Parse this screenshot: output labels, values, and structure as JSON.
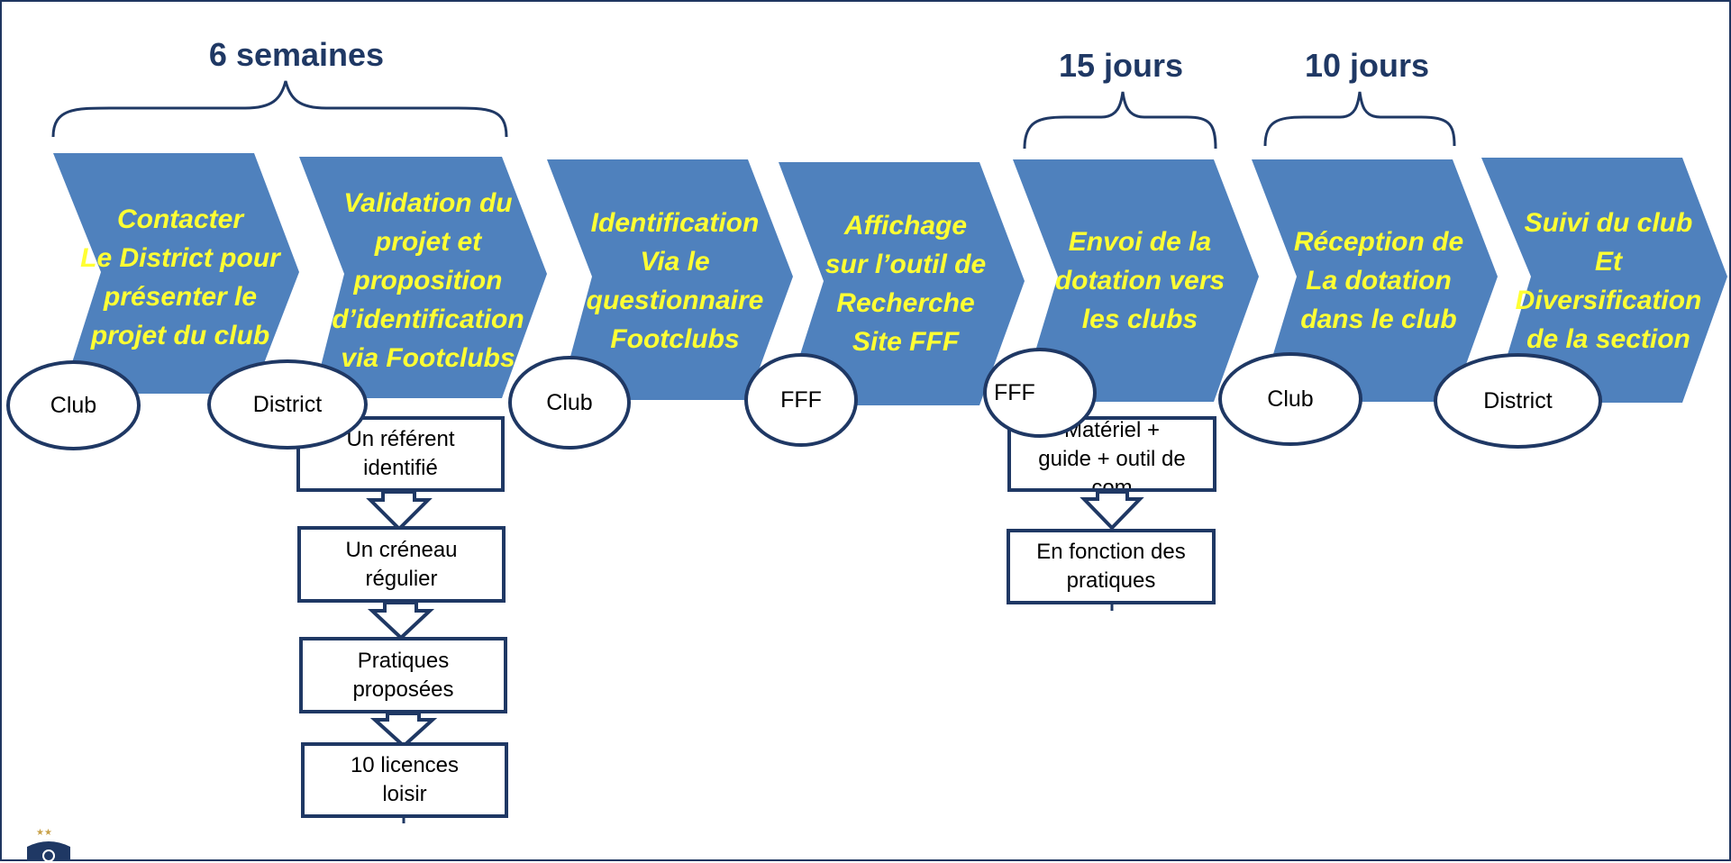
{
  "durations": [
    {
      "id": "d1",
      "label": "6 semaines"
    },
    {
      "id": "d2",
      "label": "15 jours"
    },
    {
      "id": "d3",
      "label": "10 jours"
    }
  ],
  "steps": [
    {
      "id": "s1",
      "text": "Contacter\nLe District pour\nprésenter le\nprojet du club",
      "actor": "Club"
    },
    {
      "id": "s2",
      "text": "Validation du\nprojet et\nproposition\nd’identification\nvia Footclubs",
      "actor": "District"
    },
    {
      "id": "s3",
      "text": "Identification\nVia le\nquestionnaire\nFootclubs",
      "actor": "Club"
    },
    {
      "id": "s4",
      "text": "Affichage\nsur l’outil de\nRecherche\nSite FFF",
      "actor": "FFF"
    },
    {
      "id": "s5",
      "text": "Envoi de la\ndotation vers\nles clubs",
      "actor": "FFF"
    },
    {
      "id": "s6",
      "text": "Réception de\nLa dotation\ndans le club",
      "actor": "Club"
    },
    {
      "id": "s7",
      "text": "Suivi du club\nEt\nDiversification\nde la section",
      "actor": "District"
    }
  ],
  "criteria_list": [
    "Un référent\nidentifié",
    "Un créneau\nrégulier",
    "Pratiques\nproposées",
    "10 licences\nloisir"
  ],
  "dotation_list": [
    "Matériel +\nguide + outil de\ncom",
    "En fonction des\npratiques"
  ],
  "colors": {
    "chevron_fill": "#4f81bd",
    "chevron_text": "#ffff33",
    "outline": "#1f3864"
  },
  "logo": {
    "icon": "fff-logo-icon",
    "stars": "★★"
  }
}
